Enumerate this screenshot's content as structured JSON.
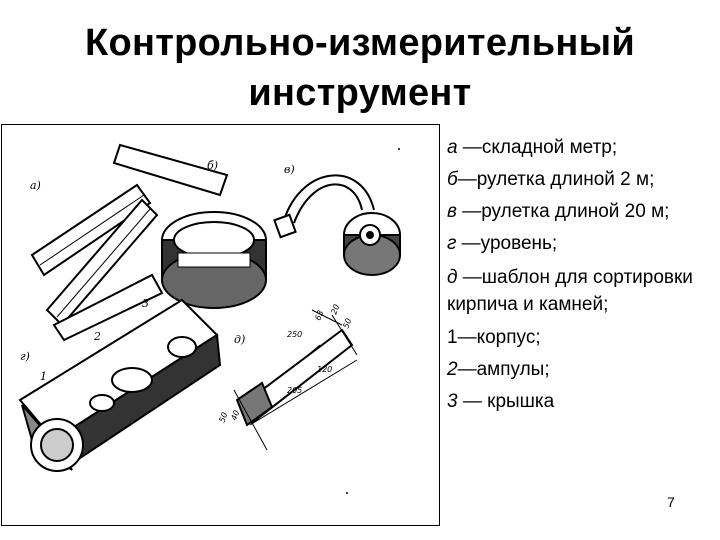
{
  "title": {
    "line1": "Контрольно-измерительный",
    "line2": "инструмент"
  },
  "figure": {
    "labels": [
      "а)",
      "б)",
      "в)",
      "г)",
      "д)",
      "1",
      "2",
      "3"
    ],
    "dimensions": [
      "250",
      "63",
      "20",
      "50",
      "120",
      "205",
      "50",
      "40"
    ]
  },
  "legend": [
    {
      "letter": "а",
      "text": " —складной метр;"
    },
    {
      "letter": "б",
      "text": "—рулетка длиной 2 м;"
    },
    {
      "letter": "в",
      "text": " —рулетка длиной 20 м;"
    },
    {
      "letter": "г",
      "text": " —уровень;"
    },
    {
      "letter": "д",
      "text": " —шаблон для сортировки кирпича и камней;"
    },
    {
      "letter": "1",
      "text": "—корпус;"
    },
    {
      "letter": "2",
      "text": "—ампулы;"
    },
    {
      "letter": "3",
      "text": " — крышка"
    }
  ],
  "page_number": "7"
}
